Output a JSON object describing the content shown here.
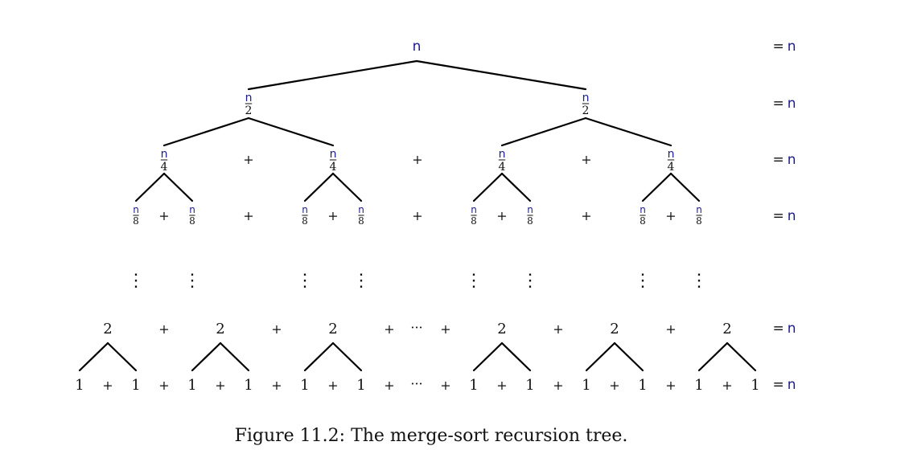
{
  "tree": {
    "root": "n",
    "half_num": "n",
    "half_den": "2",
    "quarter_num": "n",
    "quarter_den": "4",
    "eighth_num": "n",
    "eighth_den": "8",
    "two": "2",
    "one": "1",
    "plus": "+",
    "ellipsis": "···",
    "vdots": "⋮",
    "level_sum_eq": "=",
    "level_sum_var": "n"
  },
  "caption": "Figure 11.2: The merge-sort recursion tree."
}
